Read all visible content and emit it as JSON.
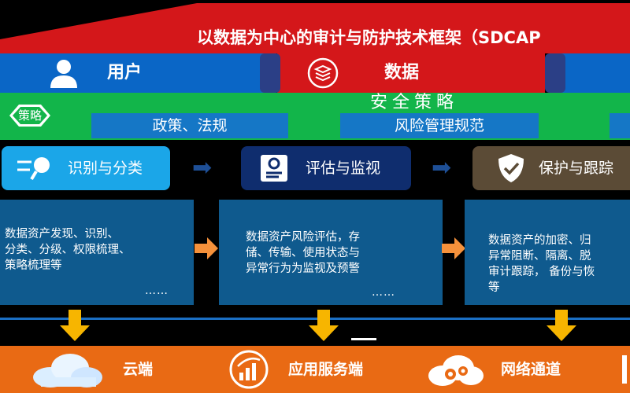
{
  "title": "以数据为中心的审计与防护技术框架（SDCAP",
  "roles": {
    "user": "用户",
    "data": "数据"
  },
  "strategy": {
    "title": "安全策略",
    "badge": "策略",
    "items": [
      "政策、法规",
      "风险管理规范"
    ]
  },
  "stages": [
    {
      "label": "识别与分类",
      "icon": "magnifier-icon",
      "color": "#1ba6e8"
    },
    {
      "label": "评估与监视",
      "icon": "assessment-icon",
      "color": "#0f2d6e"
    },
    {
      "label": "保护与跟踪",
      "icon": "shield-check-icon",
      "color": "#5b4b36"
    }
  ],
  "descriptions": [
    {
      "lines": [
        "数据资产发现、识别、",
        "分类、分级、权限梳理、",
        "策略梳理等"
      ],
      "more": "……"
    },
    {
      "lines": [
        "数据资产风险评估，存",
        "储、传输、使用状态与",
        "异常行为为监视及预警"
      ],
      "more": "……"
    },
    {
      "lines": [
        "数据资产的加密、归",
        "异常阻断、隔离、脱",
        "审计跟踪， 备份与恢",
        "等"
      ],
      "more": ""
    }
  ],
  "channels": [
    {
      "label": "云端",
      "icon": "cloud-icon"
    },
    {
      "label": "应用服务端",
      "icon": "chart-gauge-icon"
    },
    {
      "label": "网络通道",
      "icon": "gears-cloud-icon"
    }
  ]
}
